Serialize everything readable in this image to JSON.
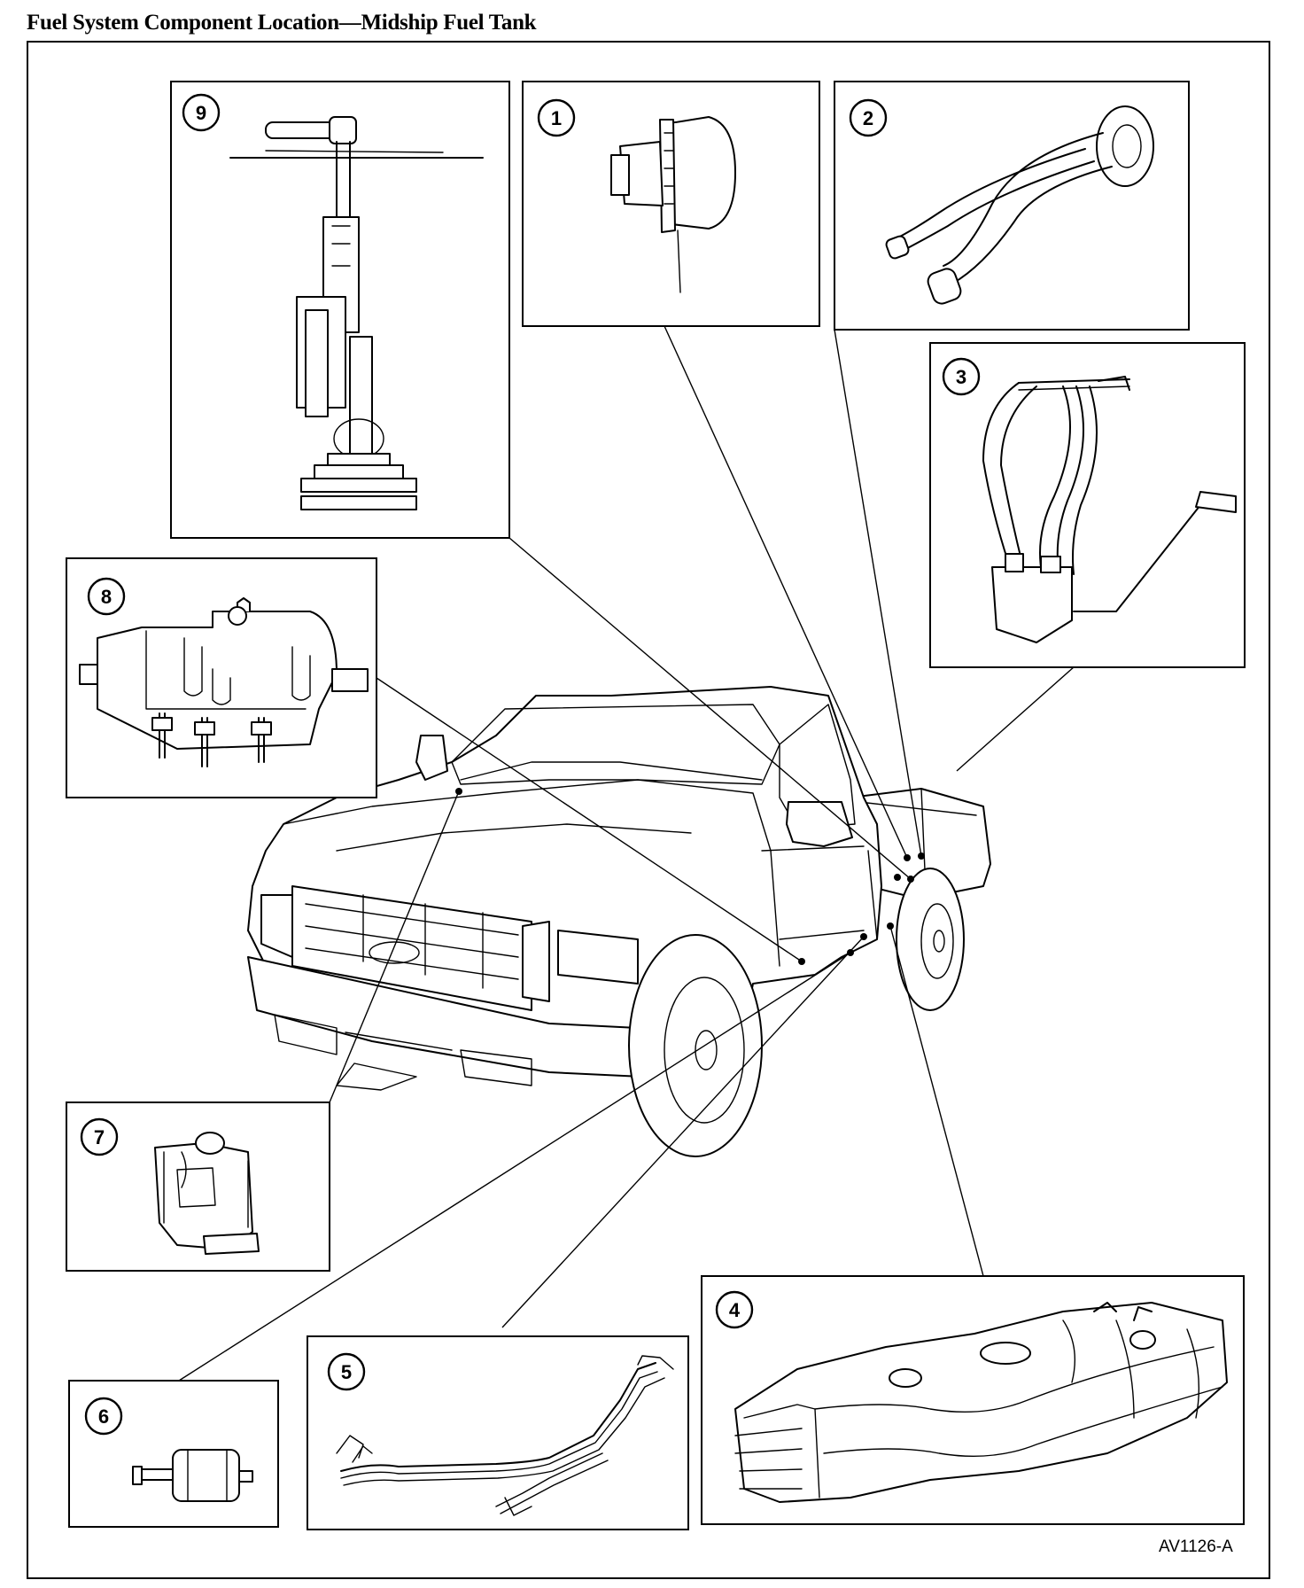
{
  "title": "Fuel System Component Location—Midship Fuel Tank",
  "figure_code": "AV1126-A",
  "callouts": [
    {
      "id": "1",
      "label": "1"
    },
    {
      "id": "2",
      "label": "2"
    },
    {
      "id": "3",
      "label": "3"
    },
    {
      "id": "4",
      "label": "4"
    },
    {
      "id": "5",
      "label": "5"
    },
    {
      "id": "6",
      "label": "6"
    },
    {
      "id": "7",
      "label": "7"
    },
    {
      "id": "8",
      "label": "8"
    },
    {
      "id": "9",
      "label": "9"
    }
  ],
  "colors": {
    "ink": "#000000",
    "paper": "#ffffff"
  }
}
